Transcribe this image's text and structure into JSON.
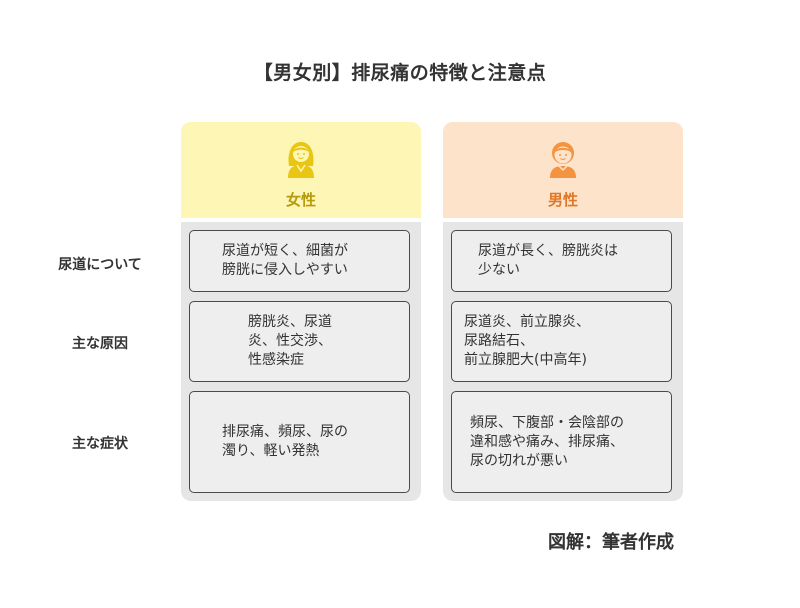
{
  "title": "【男女別】排尿痛の特徴と注意点",
  "columns": {
    "female": {
      "label": "女性",
      "icon": "woman-avatar-icon",
      "icon_color": "#e9c514",
      "header_bg": "#fdf6b5"
    },
    "male": {
      "label": "男性",
      "icon": "man-avatar-icon",
      "icon_color": "#f49440",
      "header_bg": "#fce3c9"
    }
  },
  "rows": [
    {
      "label": "尿道について",
      "female": "尿道が短く、細菌が\n膀胱に侵入しやすい",
      "male": "尿道が長く、膀胱炎は\n少ない"
    },
    {
      "label": "主な原因",
      "female": "膀胱炎、尿道\n炎、性交渉、\n性感染症",
      "male": "尿道炎、前立腺炎、\n尿路結石、\n前立腺肥大(中高年)"
    },
    {
      "label": "主な症状",
      "female": "排尿痛、頻尿、尿の\n濁り、軽い発熱",
      "male": "頻尿、下腹部・会陰部の\n違和感や痛み、排尿痛、\n尿の切れが悪い"
    }
  ],
  "credit": "図解：筆者作成"
}
